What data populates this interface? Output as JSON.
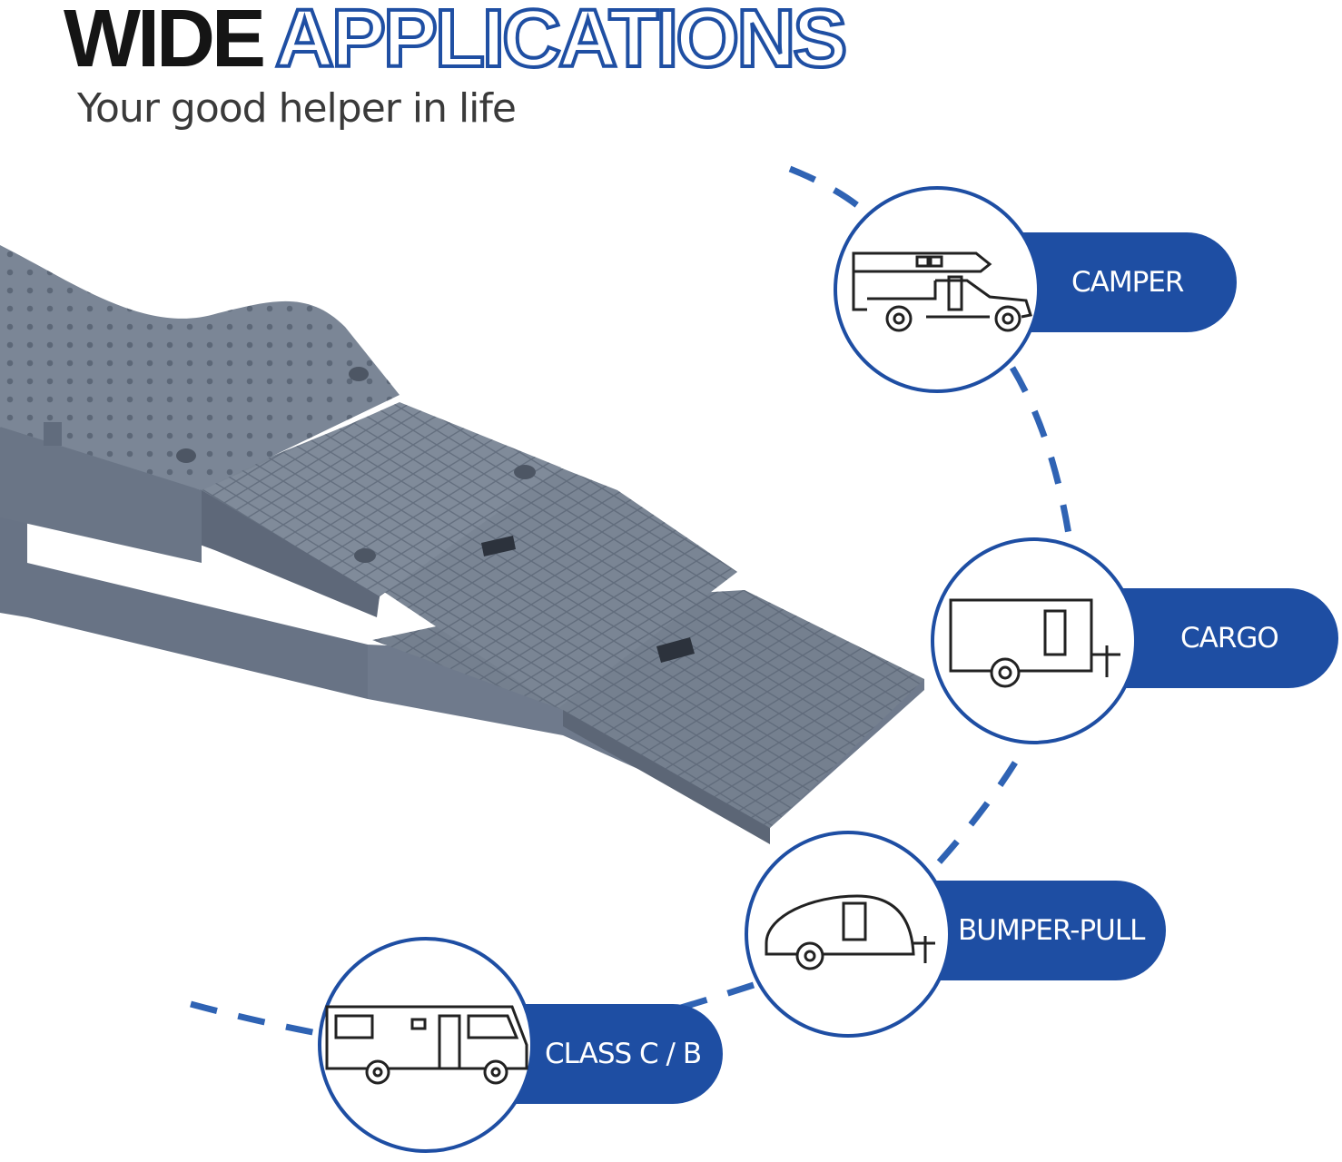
{
  "header": {
    "title_part1": "WIDE",
    "title_part2": "APPLICATIONS",
    "subtitle": "Your good helper in life"
  },
  "applications": [
    {
      "label": "CAMPER",
      "icon": "truck-camper-icon"
    },
    {
      "label": "CARGO",
      "icon": "cargo-trailer-icon"
    },
    {
      "label": "BUMPER-PULL",
      "icon": "teardrop-trailer-icon"
    },
    {
      "label": "CLASS C / B",
      "icon": "motorhome-icon"
    }
  ],
  "colors": {
    "accent": "#1e4ea3",
    "product_gray": "#6d7888",
    "headline": "#151515"
  }
}
